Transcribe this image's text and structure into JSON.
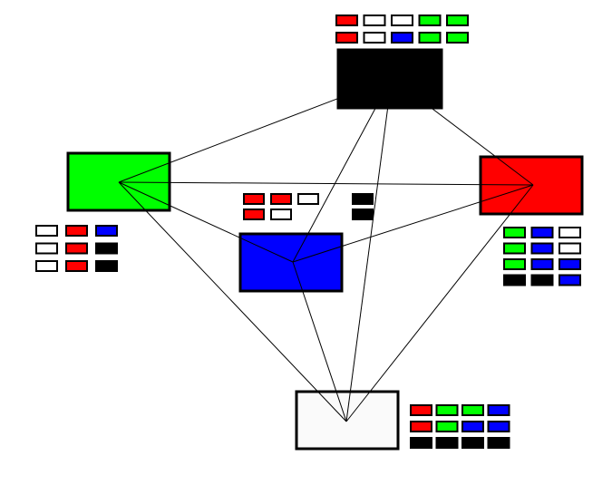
{
  "colors": {
    "red": "#ff0000",
    "green": "#00ff00",
    "blue": "#0000ff",
    "black": "#000000",
    "white": "#ffffff",
    "offwhite": "#fafafa",
    "edge": "#000000",
    "background": "#ffffff"
  },
  "nodes": [
    {
      "id": "black",
      "fill": "black"
    },
    {
      "id": "green",
      "fill": "green"
    },
    {
      "id": "red",
      "fill": "red"
    },
    {
      "id": "blue",
      "fill": "blue"
    },
    {
      "id": "white",
      "fill": "offwhite"
    }
  ],
  "edges": [
    [
      "black",
      "green"
    ],
    [
      "black",
      "red"
    ],
    [
      "black",
      "blue"
    ],
    [
      "black",
      "white"
    ],
    [
      "green",
      "red"
    ],
    [
      "green",
      "blue"
    ],
    [
      "green",
      "white"
    ],
    [
      "red",
      "blue"
    ],
    [
      "red",
      "white"
    ],
    [
      "blue",
      "white"
    ]
  ],
  "legends": {
    "black": [
      [
        "red",
        "white",
        "white",
        "green",
        "green"
      ],
      [
        "red",
        "white",
        "blue",
        "green",
        "green"
      ]
    ],
    "green": [
      [
        "white",
        "red",
        "blue"
      ],
      [
        "white",
        "red",
        "black"
      ],
      [
        "white",
        "red",
        "black"
      ]
    ],
    "red": [
      [
        "green",
        "blue",
        "white"
      ],
      [
        "green",
        "blue",
        "white"
      ],
      [
        "green",
        "blue",
        "blue"
      ],
      [
        "black",
        "black",
        "blue"
      ]
    ],
    "blue": [
      [
        "red",
        "red",
        "white",
        null,
        "black"
      ],
      [
        "red",
        "white",
        null,
        null,
        "black"
      ]
    ],
    "white": [
      [
        "red",
        "green",
        "green",
        "blue"
      ],
      [
        "red",
        "green",
        "blue",
        "blue"
      ],
      [
        "black",
        "black",
        "black",
        "black"
      ]
    ]
  }
}
